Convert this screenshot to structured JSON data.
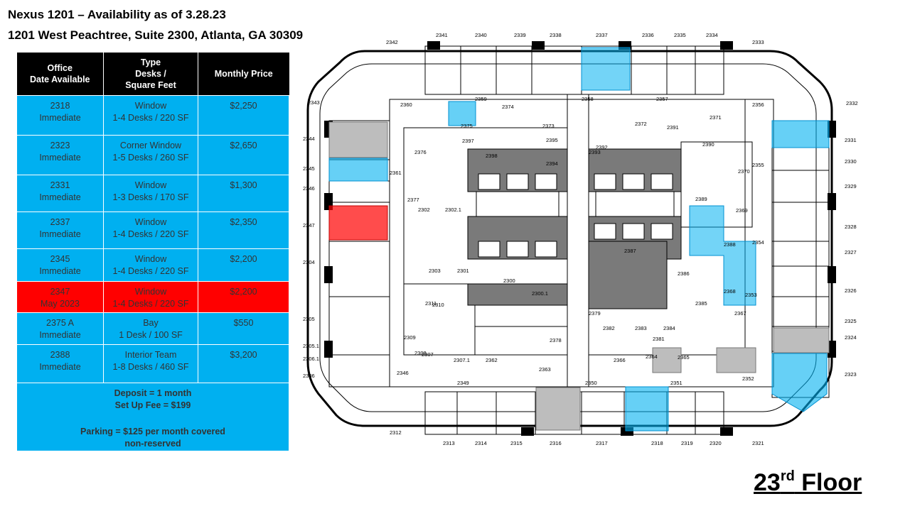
{
  "header": {
    "title": "Nexus 1201 – Availability as of 3.28.23",
    "address": "1201 West Peachtree, Suite 2300, Atlanta, GA 30309"
  },
  "table": {
    "headers": [
      [
        "Office",
        "Date Available"
      ],
      [
        "Type",
        "Desks /",
        "Square Feet"
      ],
      [
        "Monthly Price"
      ]
    ],
    "rows": [
      {
        "office": "2318",
        "date": "Immediate",
        "type": "Window",
        "size": "1-4 Desks / 220 SF",
        "price": "$2,250",
        "status": "available"
      },
      {
        "office": "2323",
        "date": "Immediate",
        "type": "Corner Window",
        "size": "1-5 Desks / 260 SF",
        "price": "$2,650",
        "status": "available"
      },
      {
        "office": "2331",
        "date": "Immediate",
        "type": "Window",
        "size": "1-3 Desks / 170 SF",
        "price": "$1,300",
        "status": "available"
      },
      {
        "office": "2337",
        "date": "Immediate",
        "type": "Window",
        "size": "1-4 Desks / 220 SF",
        "price": "$2,350",
        "status": "available"
      },
      {
        "office": "2345",
        "date": "Immediate",
        "type": "Window",
        "size": "1-4 Desks / 220 SF",
        "price": "$2,200",
        "status": "available"
      },
      {
        "office": "2347",
        "date": "May 2023",
        "type": "Window",
        "size": "1-4 Desks / 220 SF",
        "price": "$2,200",
        "status": "future"
      },
      {
        "office": "2375 A",
        "date": "Immediate",
        "type": "Bay",
        "size": "1 Desk / 100 SF",
        "price": "$550",
        "status": "available"
      },
      {
        "office": "2388",
        "date": "Immediate",
        "type": "Interior Team",
        "size": "1-8 Desks / 460 SF",
        "price": "$3,200",
        "status": "available"
      }
    ],
    "footer": {
      "deposit": "Deposit = 1 month",
      "setup": "Set Up Fee = $199",
      "parking1": "Parking = $125 per month covered",
      "parking2": "non-reserved"
    }
  },
  "floor_label": {
    "number": "23",
    "suffix": "rd",
    "word": " Floor"
  },
  "colors": {
    "available": "#00b0f0",
    "future": "#ff0000",
    "header": "#000000"
  },
  "plan_labels": {
    "top": [
      "2341",
      "2340",
      "2339",
      "2338",
      "2337",
      "2336",
      "2335",
      "2334",
      "2333"
    ],
    "top2": [
      "2342",
      "2360",
      "2374",
      "2359",
      "2358",
      "2357",
      "2356",
      "2332"
    ],
    "left": [
      "2343",
      "2344",
      "2345",
      "2346",
      "2347",
      "2304",
      "2305",
      "2305.1",
      "2306.1",
      "2306"
    ],
    "right": [
      "2331",
      "2330",
      "2329",
      "2328",
      "2327",
      "2326",
      "2325",
      "2324",
      "2323"
    ],
    "bottom": [
      "2312",
      "2313",
      "2314",
      "2315",
      "2316",
      "2317",
      "2318",
      "2319",
      "2320",
      "2321"
    ],
    "inner": [
      "2376",
      "2397",
      "2398",
      "2395",
      "2394",
      "2392",
      "2393",
      "2372",
      "2391",
      "2390",
      "2389",
      "2370",
      "2369",
      "2371",
      "2377",
      "2302",
      "2302.1",
      "2387",
      "2386",
      "2385",
      "2388",
      "2368",
      "2367",
      "2383",
      "2384",
      "2382",
      "2381",
      "2378",
      "2379",
      "2300",
      "2300.1",
      "2310",
      "2311",
      "2303",
      "2301",
      "2309",
      "2308",
      "2307",
      "2307.1",
      "2362",
      "2363",
      "2366",
      "2365",
      "2364",
      "2346",
      "2349",
      "2350",
      "2351",
      "2352",
      "2361",
      "2375",
      "2373",
      "2354",
      "2355",
      "2353"
    ]
  }
}
